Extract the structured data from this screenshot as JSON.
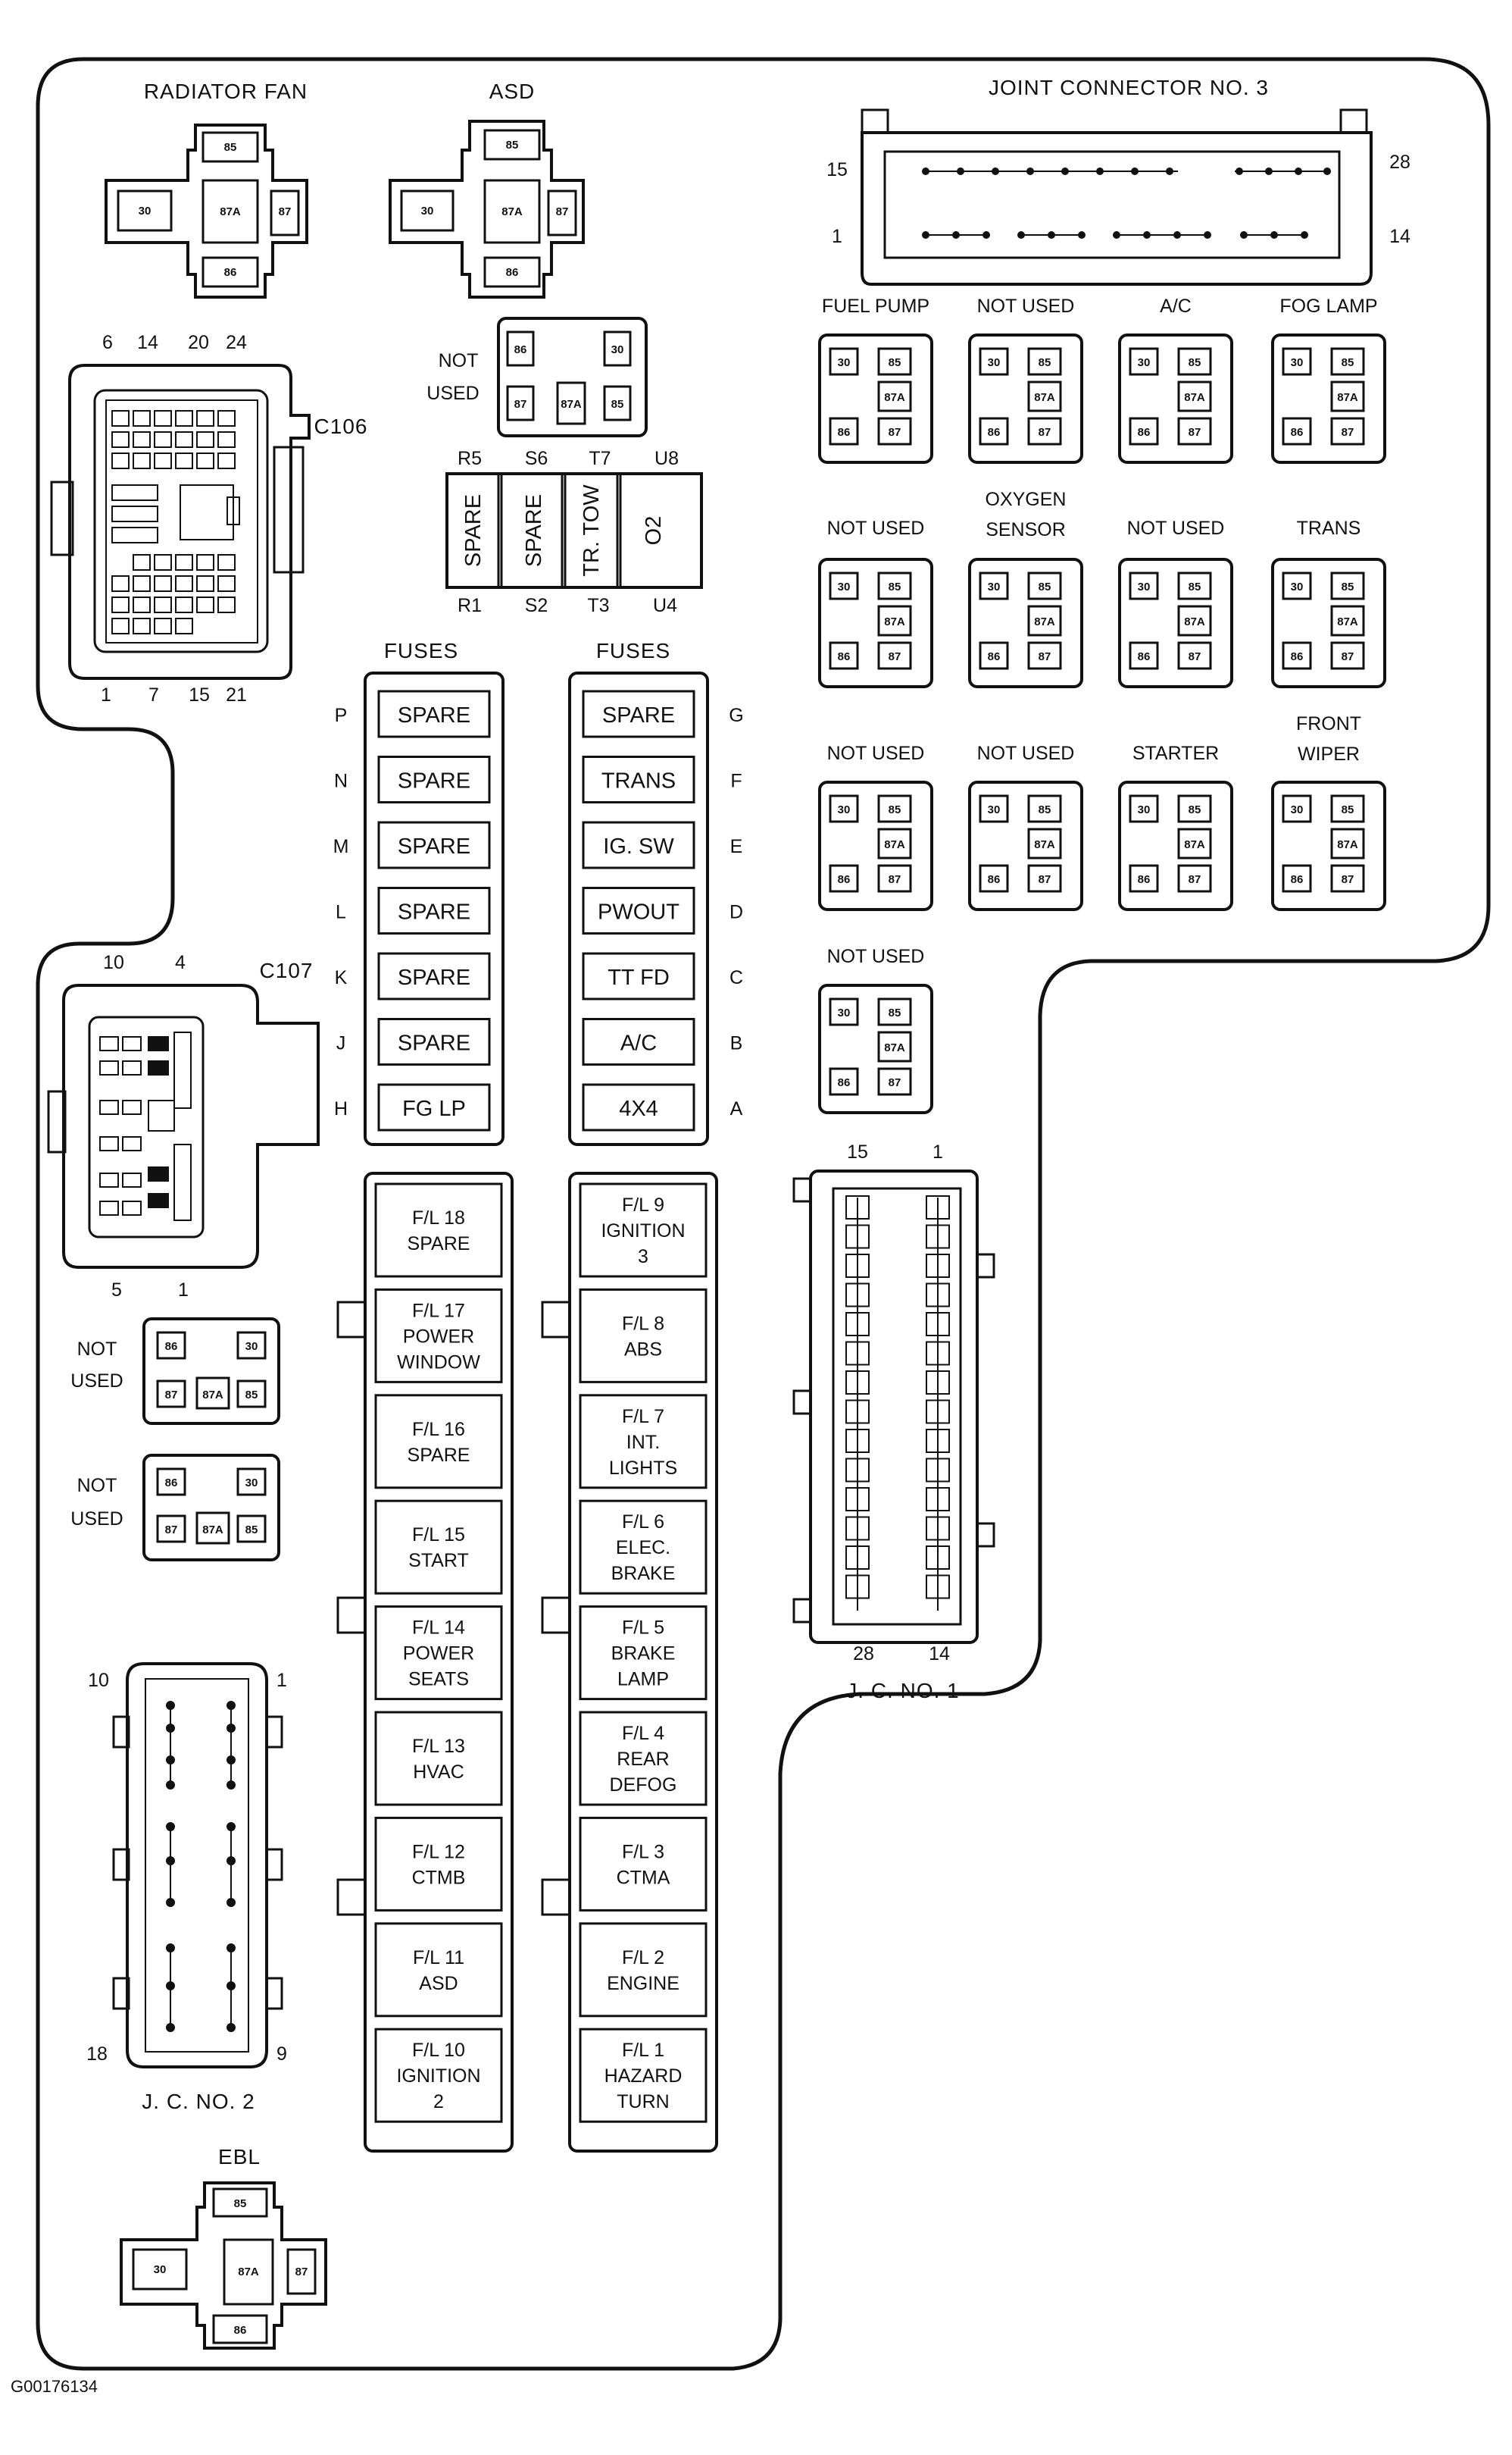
{
  "figure_id": "G00176134",
  "top_relays": {
    "radiator_fan": {
      "label": "RADIATOR FAN",
      "pins": [
        "85",
        "30",
        "87A",
        "87",
        "86"
      ]
    },
    "asd": {
      "label": "ASD",
      "pins": [
        "85",
        "30",
        "87A",
        "87",
        "86"
      ]
    }
  },
  "joint_connector_3": {
    "label": "JOINT CONNECTOR NO. 3",
    "pin_15": "15",
    "pin_28": "28",
    "pin_1": "1",
    "pin_14": "14"
  },
  "not_used_small_top": {
    "line1": "NOT",
    "line2": "USED",
    "pins": [
      "86",
      "30",
      "87",
      "87A",
      "85"
    ]
  },
  "c106": {
    "label": "C106",
    "top_nums": [
      "6",
      "14",
      "20",
      "24"
    ],
    "bottom_nums": [
      "1",
      "7",
      "15",
      "21"
    ]
  },
  "c107": {
    "label": "C107",
    "top_nums": [
      "10",
      "4"
    ],
    "bottom_nums": [
      "5",
      "1"
    ]
  },
  "mini_relays_top": {
    "top_labels": [
      "R5",
      "S6",
      "T7",
      "U8"
    ],
    "bottom_labels": [
      "R1",
      "S2",
      "T3",
      "U4"
    ],
    "slots": [
      "SPARE",
      "SPARE",
      "TR. TOW",
      "O2"
    ]
  },
  "relay_grid": [
    {
      "lines": [
        "FUEL PUMP"
      ]
    },
    {
      "lines": [
        "NOT USED"
      ]
    },
    {
      "lines": [
        "A/C"
      ]
    },
    {
      "lines": [
        "FOG LAMP"
      ]
    },
    {
      "lines": [
        "NOT USED"
      ]
    },
    {
      "lines": [
        "OXYGEN",
        "SENSOR"
      ]
    },
    {
      "lines": [
        "NOT USED"
      ]
    },
    {
      "lines": [
        "TRANS"
      ]
    },
    {
      "lines": [
        "NOT USED"
      ]
    },
    {
      "lines": [
        "NOT USED"
      ]
    },
    {
      "lines": [
        "STARTER"
      ]
    },
    {
      "lines": [
        "FRONT",
        "WIPER"
      ]
    },
    {
      "lines": [
        "NOT USED"
      ]
    }
  ],
  "relay_pins": [
    "30",
    "85",
    "87A",
    "86",
    "87"
  ],
  "fuses_left": {
    "header": "FUSES",
    "letters": [
      "P",
      "N",
      "M",
      "L",
      "K",
      "J",
      "H"
    ],
    "items": [
      "SPARE",
      "SPARE",
      "SPARE",
      "SPARE",
      "SPARE",
      "SPARE",
      "FG LP"
    ]
  },
  "fuses_right": {
    "header": "FUSES",
    "letters": [
      "G",
      "F",
      "E",
      "D",
      "C",
      "B",
      "A"
    ],
    "items": [
      "SPARE",
      "TRANS",
      "IG. SW",
      "PWOUT",
      "TT FD",
      "A/C",
      "4X4"
    ]
  },
  "fusible_links_left": [
    {
      "lines": [
        "F/L 18",
        "SPARE"
      ]
    },
    {
      "lines": [
        "F/L 17",
        "POWER",
        "WINDOW"
      ]
    },
    {
      "lines": [
        "F/L 16",
        "SPARE"
      ]
    },
    {
      "lines": [
        "F/L 15",
        "START"
      ]
    },
    {
      "lines": [
        "F/L 14",
        "POWER",
        "SEATS"
      ]
    },
    {
      "lines": [
        "F/L 13",
        "HVAC"
      ]
    },
    {
      "lines": [
        "F/L 12",
        "CTMB"
      ]
    },
    {
      "lines": [
        "F/L 11",
        "ASD"
      ]
    },
    {
      "lines": [
        "F/L 10",
        "IGNITION",
        "2"
      ]
    }
  ],
  "fusible_links_right": [
    {
      "lines": [
        "F/L 9",
        "IGNITION",
        "3"
      ]
    },
    {
      "lines": [
        "F/L 8",
        "ABS"
      ]
    },
    {
      "lines": [
        "F/L 7",
        "INT.",
        "LIGHTS"
      ]
    },
    {
      "lines": [
        "F/L 6",
        "ELEC.",
        "BRAKE"
      ]
    },
    {
      "lines": [
        "F/L 5",
        "BRAKE",
        "LAMP"
      ]
    },
    {
      "lines": [
        "F/L 4",
        "REAR",
        "DEFOG"
      ]
    },
    {
      "lines": [
        "F/L 3",
        "CTMA"
      ]
    },
    {
      "lines": [
        "F/L 2",
        "ENGINE"
      ]
    },
    {
      "lines": [
        "F/L 1",
        "HAZARD",
        "TURN"
      ]
    }
  ],
  "not_used_small_left": [
    {
      "line1": "NOT",
      "line2": "USED",
      "pins": [
        "86",
        "30",
        "87",
        "87A",
        "85"
      ]
    },
    {
      "line1": "NOT",
      "line2": "USED",
      "pins": [
        "86",
        "30",
        "87",
        "87A",
        "85"
      ]
    }
  ],
  "jc1": {
    "label": "J. C. NO. 1",
    "top_left": "15",
    "top_right": "1",
    "bottom_left": "28",
    "bottom_right": "14"
  },
  "jc2": {
    "label": "J. C. NO. 2",
    "top_left": "10",
    "top_right": "1",
    "bottom_left": "18",
    "bottom_right": "9"
  },
  "ebl": {
    "label": "EBL",
    "pins": [
      "85",
      "30",
      "87A",
      "87",
      "86"
    ]
  }
}
